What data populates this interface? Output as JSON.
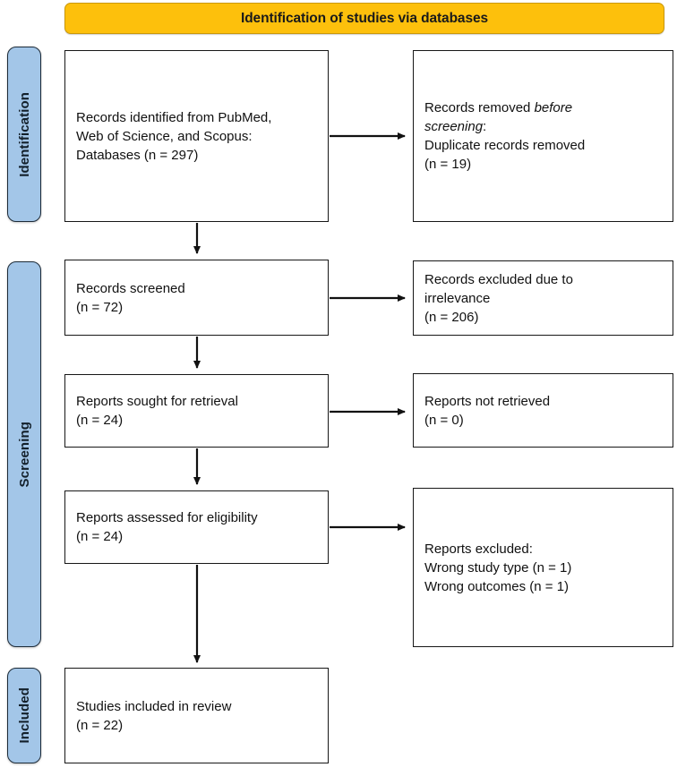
{
  "header": {
    "title": "Identification of studies via databases"
  },
  "stages": [
    {
      "id": "identification",
      "label": "Identification"
    },
    {
      "id": "screening",
      "label": "Screening"
    },
    {
      "id": "included",
      "label": "Included"
    }
  ],
  "boxes": {
    "records_identified": {
      "lines": [
        "Records identified from PubMed,",
        "Web of Science, and Scopus:",
        "Databases (n = 297)"
      ]
    },
    "records_removed": {
      "line1_pre": "Records removed ",
      "line1_italic": "before",
      "line2_italic": "screening",
      "line2_post": ":",
      "line3": "Duplicate records removed",
      "line4": "(n = 19)"
    },
    "records_screened": {
      "lines": [
        "Records screened",
        "(n = 72)"
      ]
    },
    "records_excluded": {
      "lines": [
        "Records excluded due to",
        "irrelevance",
        "(n = 206)"
      ]
    },
    "reports_sought": {
      "lines": [
        "Reports sought for retrieval",
        "(n = 24)"
      ]
    },
    "reports_not_retrieved": {
      "lines": [
        "Reports not retrieved",
        "(n = 0)"
      ]
    },
    "reports_assessed": {
      "lines": [
        "Reports assessed for eligibility",
        "(n = 24)"
      ]
    },
    "reports_excluded": {
      "lines": [
        "Reports excluded:",
        "Wrong study type (n = 1)",
        "Wrong outcomes (n = 1)"
      ]
    },
    "studies_included": {
      "lines": [
        "Studies included in review",
        "(n = 22)"
      ]
    }
  },
  "colors": {
    "banner_gold": "#FDC00C",
    "stage_blue": "#A3C6E8",
    "box_border": "#171717",
    "stage_border": "#1d2b38",
    "text": "#111111"
  },
  "chart_data": {
    "type": "diagram",
    "title": "Identification of studies via databases",
    "diagram_kind": "PRISMA 2020 flow diagram",
    "stages": [
      "Identification",
      "Screening",
      "Included"
    ],
    "nodes": [
      {
        "id": "records_identified",
        "stage": "Identification",
        "column": "left",
        "label": "Records identified from PubMed, Web of Science, and Scopus: Databases",
        "n": 297
      },
      {
        "id": "records_removed",
        "stage": "Identification",
        "column": "right",
        "label": "Records removed before screening: Duplicate records removed",
        "n": 19
      },
      {
        "id": "records_screened",
        "stage": "Screening",
        "column": "left",
        "label": "Records screened",
        "n": 72
      },
      {
        "id": "records_excluded",
        "stage": "Screening",
        "column": "right",
        "label": "Records excluded due to irrelevance",
        "n": 206
      },
      {
        "id": "reports_sought",
        "stage": "Screening",
        "column": "left",
        "label": "Reports sought for retrieval",
        "n": 24
      },
      {
        "id": "reports_not_retrieved",
        "stage": "Screening",
        "column": "right",
        "label": "Reports not retrieved",
        "n": 0
      },
      {
        "id": "reports_assessed",
        "stage": "Screening",
        "column": "left",
        "label": "Reports assessed for eligibility",
        "n": 24
      },
      {
        "id": "reports_excluded",
        "stage": "Screening",
        "column": "right",
        "label": "Reports excluded: Wrong study type (n = 1); Wrong outcomes (n = 1)",
        "n": 2
      },
      {
        "id": "studies_included",
        "stage": "Included",
        "column": "left",
        "label": "Studies included in review",
        "n": 22
      }
    ],
    "edges": [
      {
        "from": "records_identified",
        "to": "records_removed",
        "direction": "right"
      },
      {
        "from": "records_identified",
        "to": "records_screened",
        "direction": "down"
      },
      {
        "from": "records_screened",
        "to": "records_excluded",
        "direction": "right"
      },
      {
        "from": "records_screened",
        "to": "reports_sought",
        "direction": "down"
      },
      {
        "from": "reports_sought",
        "to": "reports_not_retrieved",
        "direction": "right"
      },
      {
        "from": "reports_sought",
        "to": "reports_assessed",
        "direction": "down"
      },
      {
        "from": "reports_assessed",
        "to": "reports_excluded",
        "direction": "right"
      },
      {
        "from": "reports_assessed",
        "to": "studies_included",
        "direction": "down"
      }
    ]
  }
}
